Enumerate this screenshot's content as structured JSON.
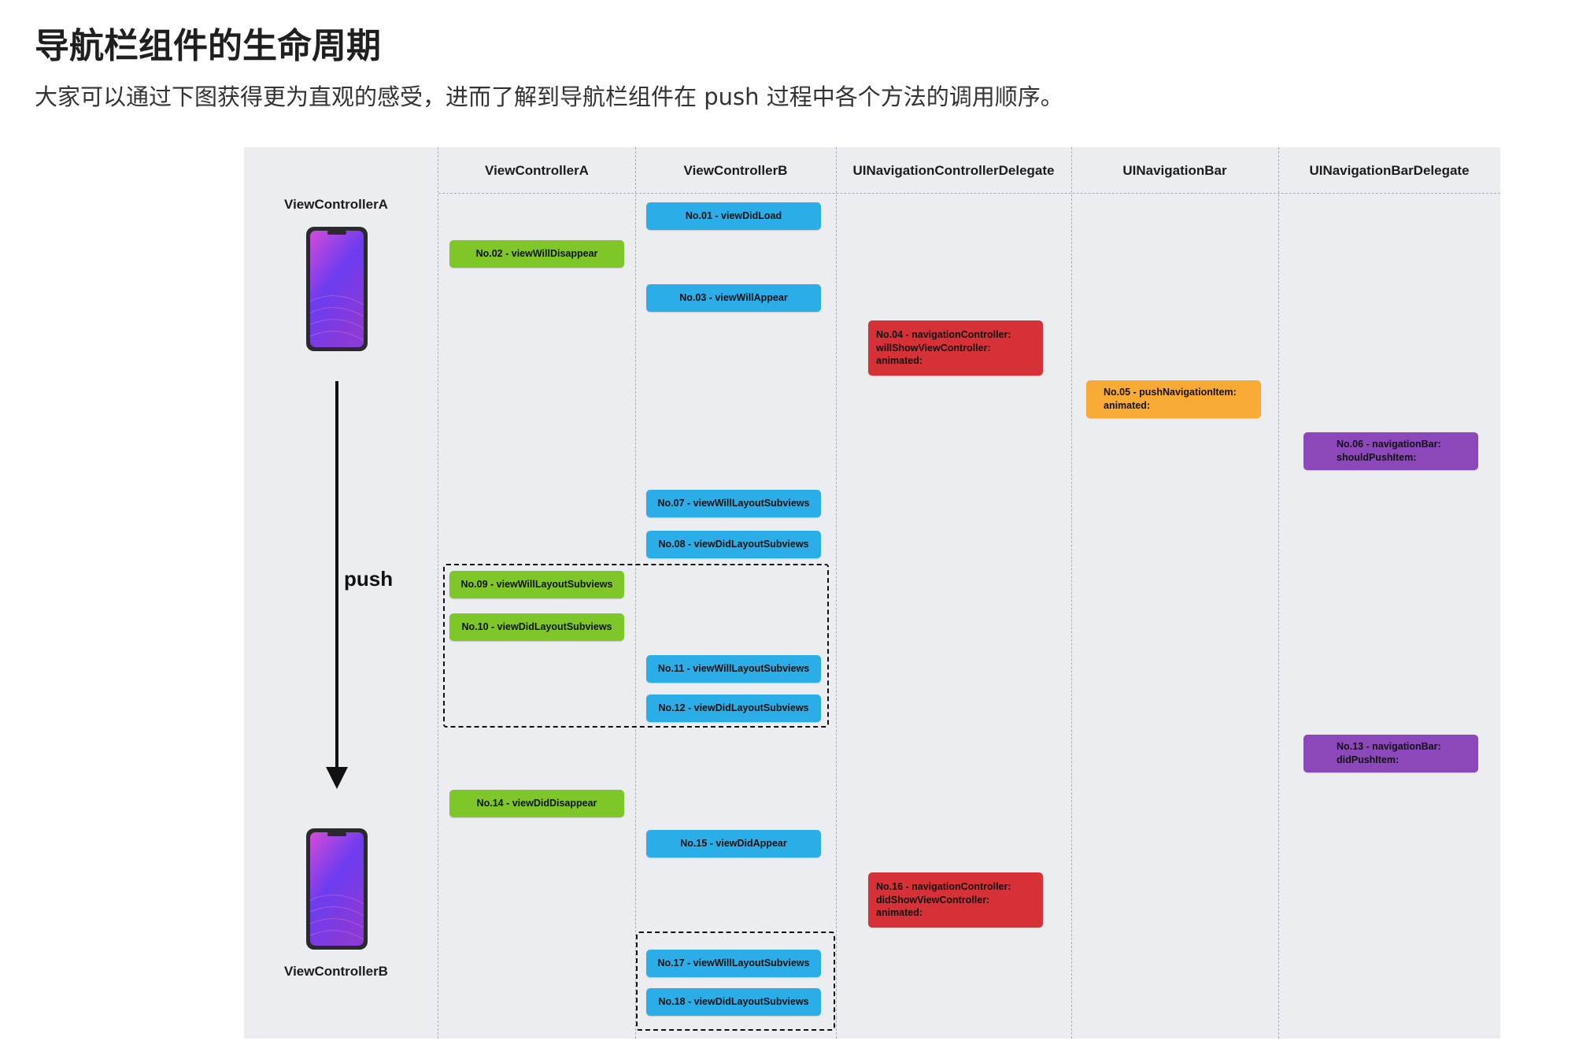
{
  "page": {
    "title": "导航栏组件的生命周期",
    "description": "大家可以通过下图获得更为直观的感受，进而了解到导航栏组件在 push 过程中各个方法的调用顺序。"
  },
  "diagram": {
    "left_labels": {
      "top_controller": "ViewControllerA",
      "bottom_controller": "ViewControllerB",
      "push": "push"
    },
    "columns": [
      "ViewControllerA",
      "ViewControllerB",
      "UINavigationControllerDelegate",
      "UINavigationBar",
      "UINavigationBarDelegate"
    ],
    "colors": {
      "ViewControllerA": "#7fc728",
      "ViewControllerB": "#2bade8",
      "UINavigationControllerDelegate": "#d73138",
      "UINavigationBar": "#f8ab34",
      "UINavigationBarDelegate": "#8c48ba"
    },
    "steps": [
      {
        "label": "No.01 - viewDidLoad",
        "column": "ViewControllerB"
      },
      {
        "label": "No.02 - viewWillDisappear",
        "column": "ViewControllerA"
      },
      {
        "label": "No.03 - viewWillAppear",
        "column": "ViewControllerB"
      },
      {
        "label": "No.04 - navigationController:\nwillShowViewController:\nanimated:",
        "column": "UINavigationControllerDelegate"
      },
      {
        "label": "No.05  - pushNavigationItem:\nanimated:",
        "column": "UINavigationBar"
      },
      {
        "label": "No.06 - navigationBar:\nshouldPushItem:",
        "column": "UINavigationBarDelegate"
      },
      {
        "label": "No.07 - viewWillLayoutSubviews",
        "column": "ViewControllerB"
      },
      {
        "label": "No.08 - viewDidLayoutSubviews",
        "column": "ViewControllerB"
      },
      {
        "label": "No.09 - viewWillLayoutSubviews",
        "column": "ViewControllerA"
      },
      {
        "label": "No.10 - viewDidLayoutSubviews",
        "column": "ViewControllerA"
      },
      {
        "label": "No.11 - viewWillLayoutSubviews",
        "column": "ViewControllerB"
      },
      {
        "label": "No.12 - viewDidLayoutSubviews",
        "column": "ViewControllerB"
      },
      {
        "label": "No.13 - navigationBar:\ndidPushItem:",
        "column": "UINavigationBarDelegate"
      },
      {
        "label": "No.14 - viewDidDisappear",
        "column": "ViewControllerA"
      },
      {
        "label": "No.15 - viewDidAppear",
        "column": "ViewControllerB"
      },
      {
        "label": "No.16 - navigationController:\ndidShowViewController:\nanimated:",
        "column": "UINavigationControllerDelegate"
      },
      {
        "label": "No.17 - viewWillLayoutSubviews",
        "column": "ViewControllerB"
      },
      {
        "label": "No.18 - viewDidLayoutSubviews",
        "column": "ViewControllerB"
      }
    ]
  }
}
